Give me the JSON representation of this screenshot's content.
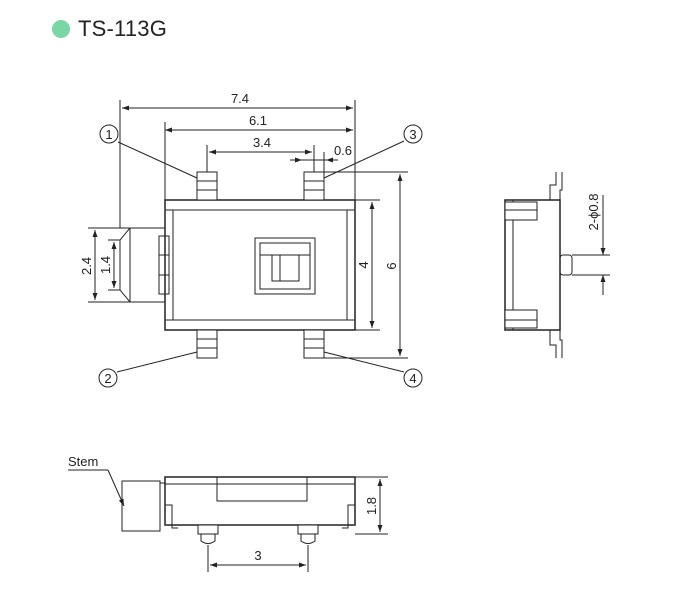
{
  "header": {
    "model": "TS-113G",
    "accent_color": "#7bd6a6"
  },
  "top_view": {
    "dimensions": {
      "overall_width": "7.4",
      "pin_span": "6.1",
      "inner_span": "3.4",
      "pin_width": "0.6",
      "body_height": "4",
      "overall_height": "6",
      "stem_height_outer": "2.4",
      "stem_height_inner": "1.4"
    },
    "pin_labels": [
      "1",
      "2",
      "3",
      "4"
    ]
  },
  "side_view": {
    "hole_label": "2-ϕ0.8"
  },
  "front_view": {
    "stem_label": "Stem",
    "height": "1.8",
    "pin_pitch": "3"
  }
}
